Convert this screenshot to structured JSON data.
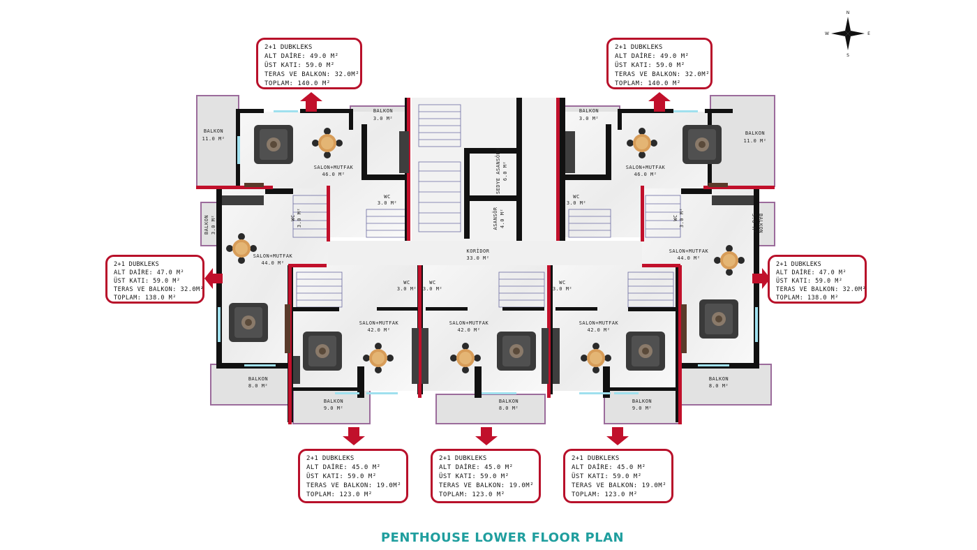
{
  "title": "PENTHOUSE LOWER FLOOR PLAN",
  "colors": {
    "accent": "#b8102a",
    "title": "#1f9e9e",
    "wall": "#111111",
    "balcony": "#e2e2e2",
    "balcony_border": "#9b6b9b",
    "floor": "#f3f3f3"
  },
  "compass": {
    "letters": [
      "N",
      "E",
      "S",
      "W"
    ]
  },
  "units": [
    {
      "title": "2+1 DUBKLEKS",
      "alt": "ALT DAİRE: 49.0 M²",
      "ust": "ÜST KATI: 59.0 M²",
      "teras": "TERAS VE BALKON: 32.0M²",
      "toplam": "TOPLAM: 140.0 M²"
    },
    {
      "title": "2+1 DUBKLEKS",
      "alt": "ALT DAİRE: 49.0 M²",
      "ust": "ÜST KATI: 59.0 M²",
      "teras": "TERAS VE BALKON: 32.0M²",
      "toplam": "TOPLAM: 140.0 M²"
    },
    {
      "title": "2+1 DUBKLEKS",
      "alt": "ALT DAİRE: 47.0 M²",
      "ust": "ÜST KATI: 59.0 M²",
      "teras": "TERAS VE BALKON: 32.0M²",
      "toplam": "TOPLAM: 138.0 M²"
    },
    {
      "title": "2+1 DUBKLEKS",
      "alt": "ALT DAİRE: 47.0 M²",
      "ust": "ÜST KATI: 59.0 M²",
      "teras": "TERAS VE BALKON: 32.0M²",
      "toplam": "TOPLAM: 138.0 M²"
    },
    {
      "title": "2+1 DUBKLEKS",
      "alt": "ALT DAİRE: 45.0 M²",
      "ust": "ÜST KATI: 59.0 M²",
      "teras": "TERAS VE BALKON: 19.0M²",
      "toplam": "TOPLAM: 123.0 M²"
    },
    {
      "title": "2+1 DUBKLEKS",
      "alt": "ALT DAİRE: 45.0 M²",
      "ust": "ÜST KATI: 59.0 M²",
      "teras": "TERAS VE BALKON: 19.0M²",
      "toplam": "TOPLAM: 123.0 M²"
    },
    {
      "title": "2+1 DUBKLEKS",
      "alt": "ALT DAİRE: 45.0 M²",
      "ust": "ÜST KATI: 59.0 M²",
      "teras": "TERAS VE BALKON: 19.0M²",
      "toplam": "TOPLAM: 123.0 M²"
    }
  ],
  "rooms": {
    "balkon_tl_big": {
      "name": "BALKON",
      "area": "11.0 M²"
    },
    "balkon_tl_small": {
      "name": "BALKON",
      "area": "3.0 M²"
    },
    "salon_tl": {
      "name": "SALON+MUTFAK",
      "area": "46.0 M²"
    },
    "wc_tl": {
      "name": "WC",
      "area": "3.0 M²"
    },
    "balkon_tr_small": {
      "name": "BALKON",
      "area": "3.0 M²"
    },
    "balkon_tr_big": {
      "name": "BALKON",
      "area": "11.0 M²"
    },
    "salon_tr": {
      "name": "SALON+MUTFAK",
      "area": "46.0 M²"
    },
    "wc_tr": {
      "name": "WC",
      "area": "3.0 M²"
    },
    "sedye": {
      "name": "SEDYE ASANSÖRÜ",
      "area": "6.0 M²"
    },
    "asansor": {
      "name": "ASANSÖR",
      "area": "4.0 M²"
    },
    "koridor": {
      "name": "KORİDOR",
      "area": "33.0 M²"
    },
    "balkon_ml": {
      "name": "BALKON",
      "area": "3.0 M²"
    },
    "wc_ml": {
      "name": "WC",
      "area": "3.0 M²"
    },
    "salon_ml": {
      "name": "SALON+MUTFAK",
      "area": "44.0 M²"
    },
    "balkon_mr": {
      "name": "BALKON",
      "area": "3.0 M²"
    },
    "wc_mr": {
      "name": "WC",
      "area": "3.0 M²"
    },
    "salon_mr": {
      "name": "SALON+MUTFAK",
      "area": "44.0 M²"
    },
    "balkon_bl": {
      "name": "BALKON",
      "area": "8.0 M²"
    },
    "balkon_br": {
      "name": "BALKON",
      "area": "8.0 M²"
    },
    "wc_b1": {
      "name": "WC",
      "area": "3.0 M²"
    },
    "wc_b2": {
      "name": "WC",
      "area": "3.0 M²"
    },
    "wc_b3": {
      "name": "WC",
      "area": "3.0 M²"
    },
    "salon_b1": {
      "name": "SALON+MUTFAK",
      "area": "42.0 M²"
    },
    "salon_b2": {
      "name": "SALON+MUTFAK",
      "area": "42.0 M²"
    },
    "salon_b3": {
      "name": "SALON+MUTFAK",
      "area": "42.0 M²"
    },
    "balkon_b1": {
      "name": "BALKON",
      "area": "9.0 M²"
    },
    "balkon_b2": {
      "name": "BALKON",
      "area": "8.0 M²"
    },
    "balkon_b3": {
      "name": "BALKON",
      "area": "9.0 M²"
    }
  }
}
